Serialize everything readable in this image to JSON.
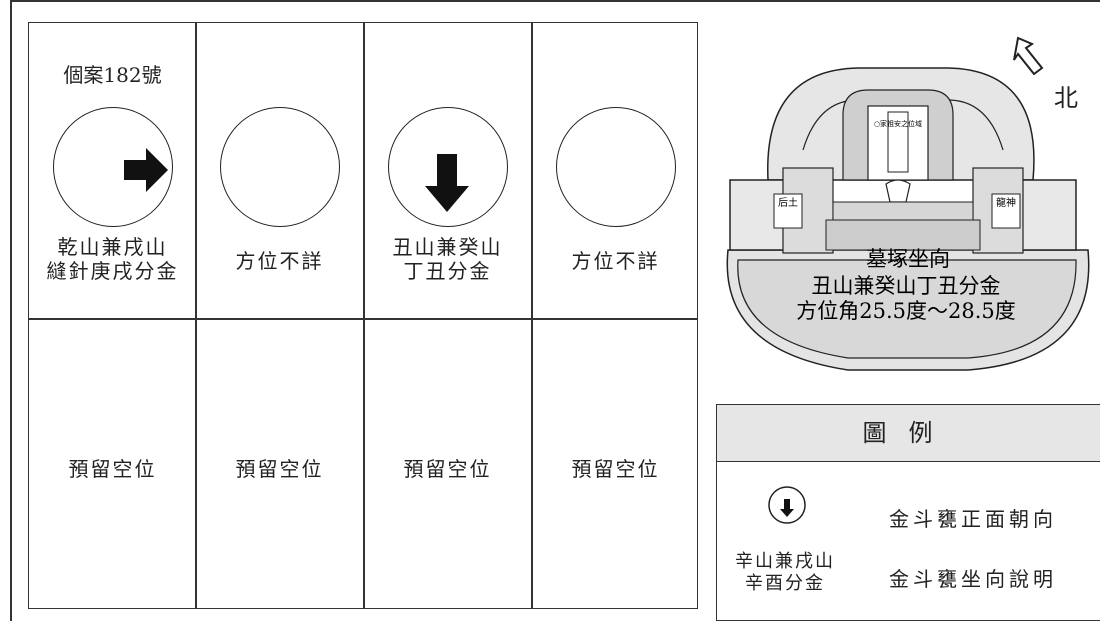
{
  "grid": {
    "columns": [
      {
        "case_label": "個案182號",
        "dial_arrow": "right",
        "direction_label": [
          "乾山兼戌山",
          "縫針庚戌分金"
        ],
        "reserve_label": "預留空位"
      },
      {
        "case_label": "",
        "dial_arrow": "none",
        "direction_label": [
          "方位不詳"
        ],
        "reserve_label": "預留空位"
      },
      {
        "case_label": "",
        "dial_arrow": "down",
        "direction_label": [
          "丑山兼癸山",
          "丁丑分金"
        ],
        "reserve_label": "預留空位"
      },
      {
        "case_label": "",
        "dial_arrow": "none",
        "direction_label": [
          "方位不詳"
        ],
        "reserve_label": "預留空位"
      }
    ]
  },
  "tomb": {
    "title": "墓塚坐向",
    "line1": "丑山兼癸山丁丑分金",
    "line2": "方位角25.5度～28.5度",
    "left_marker": "后土",
    "right_marker": "龍神",
    "tablet_text": "○家祖安之位域"
  },
  "north": {
    "label": "北",
    "icon": "north-arrow-icon"
  },
  "legend": {
    "title": "圖例",
    "item1": "金斗甕正面朝向",
    "sample_label": [
      "辛山兼戌山",
      "辛酉分金"
    ],
    "item2": "金斗甕坐向說明"
  }
}
